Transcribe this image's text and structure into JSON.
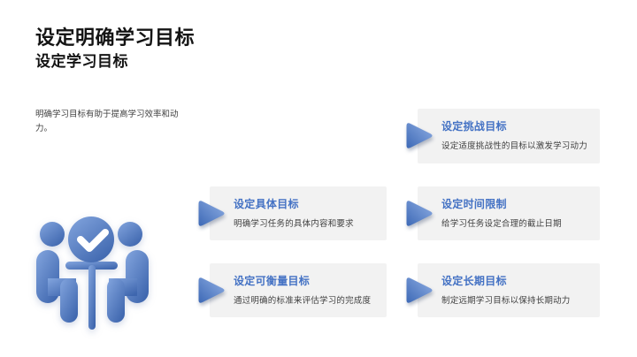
{
  "slide": {
    "title": "设定明确学习目标",
    "subtitle": "设定学习目标",
    "intro": "明确学习目标有助于提高学习效率和动力。"
  },
  "cards": [
    {
      "title": "设定挑战目标",
      "desc": "设定适度挑战性的目标以激发学习动力"
    },
    {
      "title": "设定具体目标",
      "desc": "明确学习任务的具体内容和要求"
    },
    {
      "title": "设定时间限制",
      "desc": "给学习任务设定合理的截止日期"
    },
    {
      "title": "设定可衡量目标",
      "desc": "通过明确的标准来评估学习的完成度"
    },
    {
      "title": "设定长期目标",
      "desc": "制定远期学习目标以保持长期动力"
    }
  ],
  "icons": {
    "arrow": "right-arrow-icon",
    "illustration": "people-meeting-checkmark-icon"
  },
  "colors": {
    "background": "#ffffff",
    "title_text": "#141414",
    "body_text": "#3f3f3f",
    "card_background": "#f2f2f2",
    "card_title_blue": "#4472c4",
    "accent_gradient_light": "#8aabe0",
    "accent_gradient_dark": "#3d67b2"
  }
}
